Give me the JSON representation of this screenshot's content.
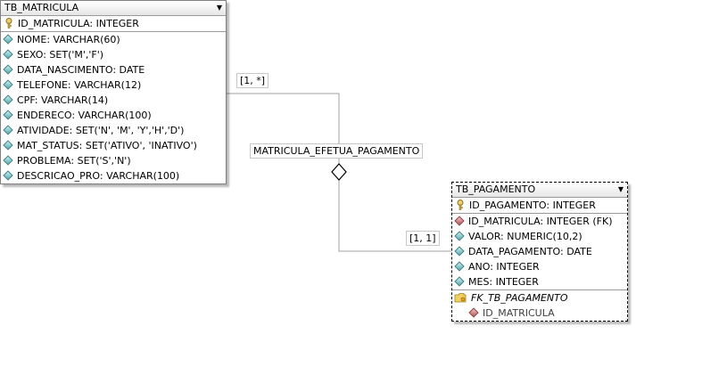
{
  "tables": {
    "matricula": {
      "name": "TB_MATRICULA",
      "primary_key": "ID_MATRICULA: INTEGER",
      "columns": [
        "NOME: VARCHAR(60)",
        "SEXO: SET('M','F')",
        "DATA_NASCIMENTO: DATE",
        "TELEFONE: VARCHAR(12)",
        "CPF: VARCHAR(14)",
        "ENDERECO: VARCHAR(100)",
        "ATIVIDADE: SET('N', 'M', 'Y','H','D')",
        "MAT_STATUS: SET('ATIVO', 'INATIVO')",
        "PROBLEMA: SET('S','N')",
        "DESCRICAO_PRO: VARCHAR(100)"
      ]
    },
    "pagamento": {
      "name": "TB_PAGAMENTO",
      "primary_key": "ID_PAGAMENTO: INTEGER",
      "foreign_key_column": "ID_MATRICULA: INTEGER (FK)",
      "columns": [
        "VALOR: NUMERIC(10,2)",
        "DATA_PAGAMENTO: DATE",
        "ANO: INTEGER",
        "MES: INTEGER"
      ],
      "fk_constraint": "FK_TB_PAGAMENTO",
      "fk_column": "ID_MATRICULA"
    }
  },
  "relationship": {
    "name": "MATRICULA_EFETUA_PAGAMENTO",
    "cardinality_source": "[1, *]",
    "cardinality_target": "[1, 1]"
  },
  "colors": {
    "line": "#a0a0a0",
    "attribute_icon": "#5aa8b0",
    "fk_icon": "#b05a5a"
  }
}
